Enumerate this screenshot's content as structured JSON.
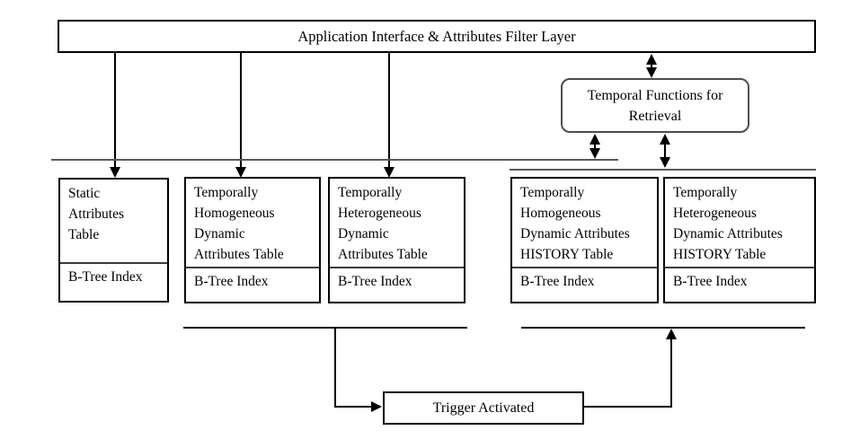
{
  "diagram": {
    "title_box": {
      "label": "Application Interface & Attributes Filter Layer"
    },
    "temporal_box": {
      "label": "Temporal Functions for\nRetrieval"
    },
    "tables": [
      {
        "name": "Static\nAttributes\nTable",
        "index_label": "B-Tree Index"
      },
      {
        "name": "Temporally\nHomogeneous\nDynamic\nAttributes Table",
        "index_label": "B-Tree Index"
      },
      {
        "name": "Temporally\nHeterogeneous\nDynamic\nAttributes Table",
        "index_label": "B-Tree Index"
      },
      {
        "name": "Temporally\nHomogeneous\nDynamic Attributes\nHISTORY Table",
        "index_label": "B-Tree Index"
      },
      {
        "name": "Temporally\nHeterogeneous\nDynamic Attributes\nHISTORY Table",
        "index_label": "B-Tree Index"
      }
    ],
    "trigger_box": {
      "label": "Trigger Activated"
    },
    "colors": {
      "box_border": "#000000",
      "temporal_box_border": "#4d4d4d",
      "bus_line_gray": "#595959",
      "bottom_line_black": "#000000",
      "background": "#ffffff",
      "text": "#000000"
    }
  }
}
